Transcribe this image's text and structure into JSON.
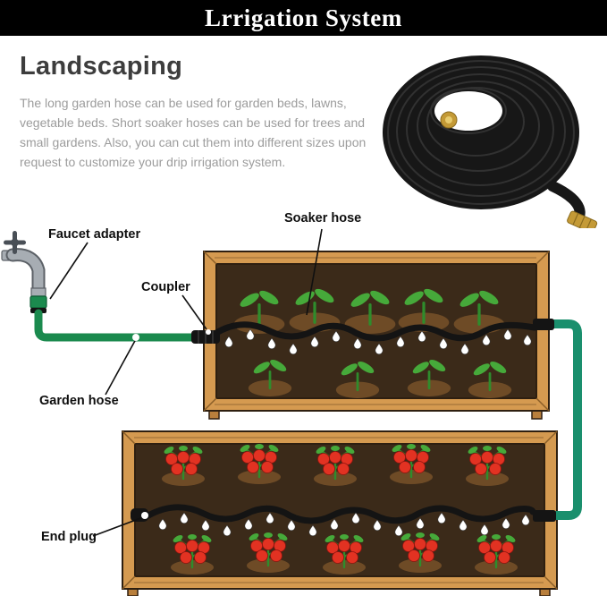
{
  "banner": {
    "title": "Lrrigation System"
  },
  "intro": {
    "heading": "Landscaping",
    "body": "The long garden hose can be used for garden beds, lawns, vegetable beds. Short soaker hoses can be used for trees and small gardens. Also, you can cut them into different sizes upon request to customize your drip irrigation system."
  },
  "diagram": {
    "labels": {
      "faucet_adapter": "Faucet adapter",
      "soaker_hose": "Soaker hose",
      "coupler": "Coupler",
      "garden_hose": "Garden hose",
      "end_plug": "End plug"
    }
  },
  "colors": {
    "banner_bg": "#000000",
    "hose_green": "#1b8a4e",
    "pipe_teal": "#1a8f6d",
    "soaker_black": "#141414",
    "wood": "#d59a50",
    "soil": "#3b2a19",
    "mound": "#6e4b26",
    "sprout_green": "#46a93a",
    "leaf_green": "#2f8c2c",
    "tomato_red": "#e23222",
    "brass": "#c49a36"
  }
}
